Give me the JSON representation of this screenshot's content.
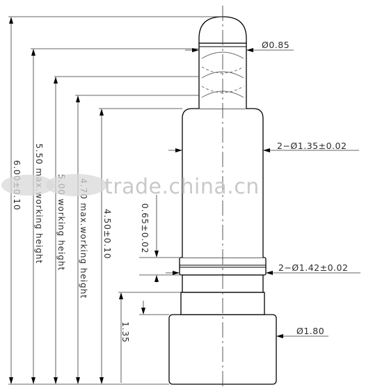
{
  "drawing": {
    "dimension_labels": {
      "tip_diameter": "Ø0.85",
      "barrel_diameter": "2−Ø1.35±0.02",
      "flange_diameter": "2−Ø1.42±0.02",
      "base_diameter": "Ø1.80",
      "total_length": "6.00±0.10",
      "max_working_height": "5.50 max.working height",
      "working_height": "5.00 working height",
      "barrel_max_working_height": "4.70 max.working height",
      "barrel_length": "4.50±0.10",
      "flange_height": "0.65±0.02",
      "base_height": "1.35"
    },
    "watermark": "trade.china.cn"
  }
}
